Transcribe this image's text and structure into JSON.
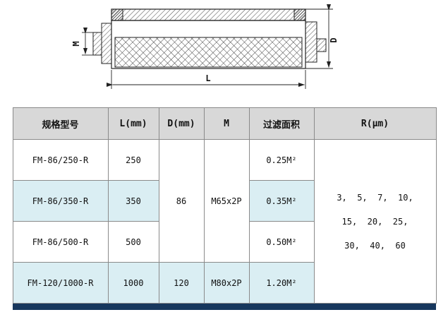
{
  "drawing": {
    "labels": {
      "m": "M",
      "d": "D",
      "l": "L"
    }
  },
  "table": {
    "headers": {
      "model": "规格型号",
      "l": "L(mm)",
      "d": "D(mm)",
      "m": "M",
      "area": "过滤面积",
      "r": "R(μm)"
    },
    "rows": [
      {
        "model": "FM-86/250-R",
        "l": "250",
        "area": "0.25M²"
      },
      {
        "model": "FM-86/350-R",
        "l": "350",
        "area": "0.35M²"
      },
      {
        "model": "FM-86/500-R",
        "l": "500",
        "area": "0.50M²"
      },
      {
        "model": "FM-120/1000-R",
        "l": "1000",
        "d": "120",
        "m": "M80x2P",
        "area": "1.20M²"
      }
    ],
    "merged": {
      "d": "86",
      "m": "M65x2P",
      "r": "3,  5,  7,  10,\n15,  20,  25,\n30,  40,  60"
    }
  },
  "colors": {
    "header_bg": "#d8d8d8",
    "stripe_bg": "#daeef3",
    "bottom_bar": "#17375d",
    "cell_border": "#8a8a8a",
    "line": "#222222"
  }
}
